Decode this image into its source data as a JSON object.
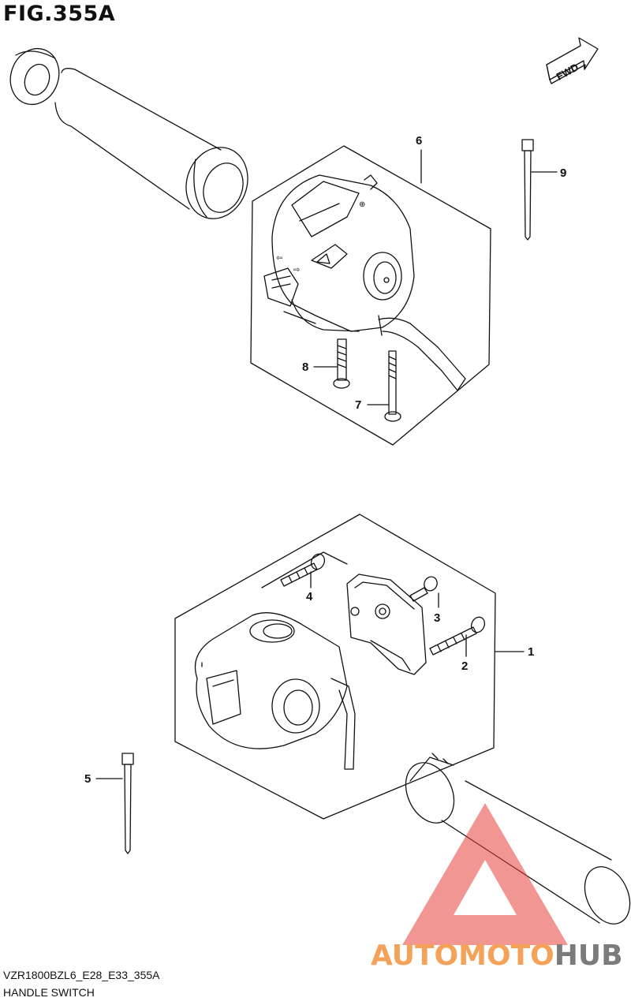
{
  "figure": {
    "title": "FIG.355A",
    "code": "VZR1800BZL6_E28_E33_355A",
    "description": "HANDLE SWITCH"
  },
  "direction_tag": "FWD",
  "callouts": [
    "1",
    "2",
    "3",
    "4",
    "5",
    "6",
    "7",
    "8",
    "9"
  ],
  "watermark": {
    "text_part1": "AUTOMOTO",
    "text_part2": "HUB",
    "color_part1": "#f4a25a",
    "color_part2": "#7b7b7b",
    "logo_color": "#e8403a"
  }
}
